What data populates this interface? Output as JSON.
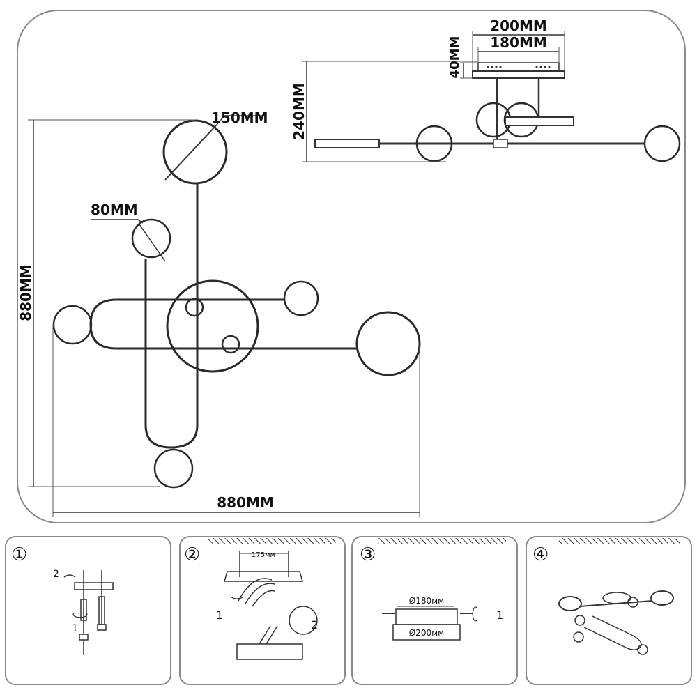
{
  "main_dims": {
    "ball_large": "150MM",
    "ball_small": "80MM",
    "height": "880MM",
    "width": "880MM",
    "base_outer": "200MM",
    "base_inner": "180MM",
    "base_thickness": "40MM",
    "total_drop": "240MM"
  },
  "steps": [
    {
      "number": "①",
      "callout_a": "2",
      "callout_b": "1"
    },
    {
      "number": "②",
      "spacing": "175мм",
      "callout_a": "1",
      "callout_b": "2"
    },
    {
      "number": "③",
      "inner_dim": "Ø180мм",
      "outer_dim": "Ø200мм",
      "callout_a": "1"
    },
    {
      "number": "④"
    }
  ]
}
